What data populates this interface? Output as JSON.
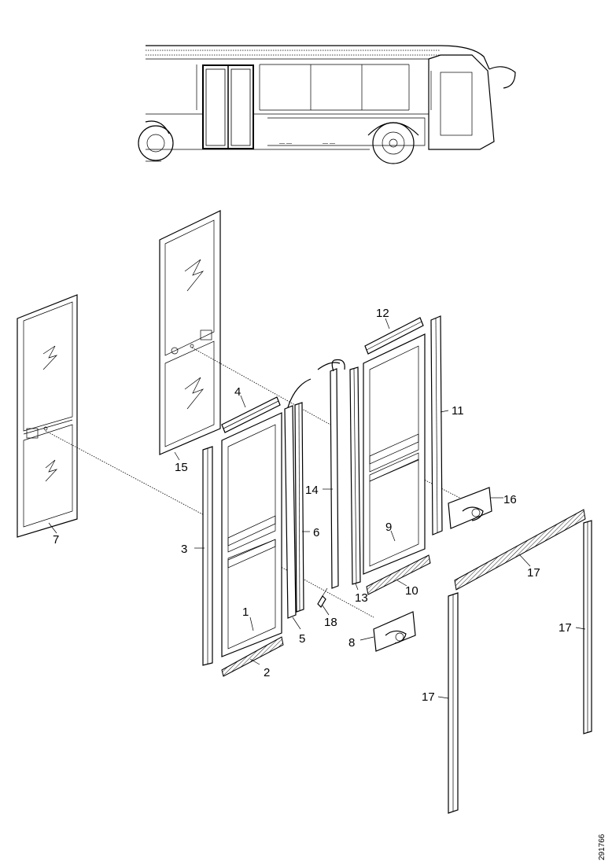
{
  "diagram": {
    "reference_number": "291766",
    "callouts": [
      {
        "id": "c1",
        "label": "1"
      },
      {
        "id": "c2",
        "label": "2"
      },
      {
        "id": "c3",
        "label": "3"
      },
      {
        "id": "c4",
        "label": "4"
      },
      {
        "id": "c5",
        "label": "5"
      },
      {
        "id": "c6",
        "label": "6"
      },
      {
        "id": "c7",
        "label": "7"
      },
      {
        "id": "c8",
        "label": "8"
      },
      {
        "id": "c9",
        "label": "9"
      },
      {
        "id": "c10",
        "label": "10"
      },
      {
        "id": "c11",
        "label": "11"
      },
      {
        "id": "c12",
        "label": "12"
      },
      {
        "id": "c13",
        "label": "13"
      },
      {
        "id": "c14",
        "label": "14"
      },
      {
        "id": "c15",
        "label": "15"
      },
      {
        "id": "c16",
        "label": "16"
      },
      {
        "id": "c17a",
        "label": "17"
      },
      {
        "id": "c17b",
        "label": "17"
      },
      {
        "id": "c17c",
        "label": "17"
      },
      {
        "id": "c18",
        "label": "18"
      }
    ]
  }
}
